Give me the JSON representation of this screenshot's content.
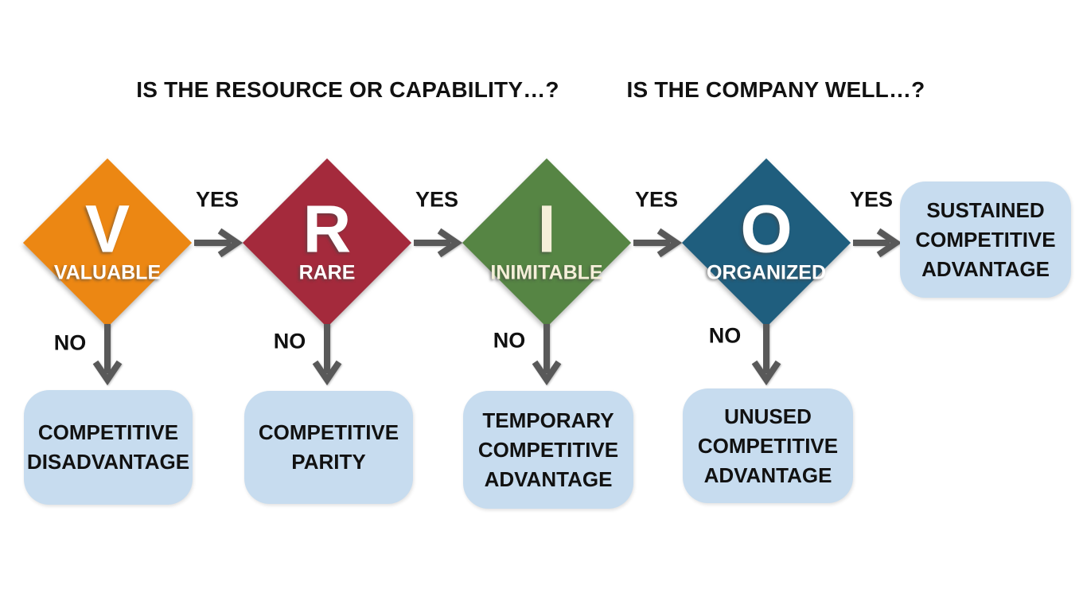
{
  "headers": {
    "resource_question": "IS THE RESOURCE OR CAPABILITY…?",
    "company_question": "IS THE COMPANY WELL…?"
  },
  "diamonds": [
    {
      "letter": "V",
      "label": "VALUABLE",
      "color": "#EC8713",
      "text_color": "#FFFFFF"
    },
    {
      "letter": "R",
      "label": "RARE",
      "color": "#A42A3C",
      "text_color": "#FFFFFF"
    },
    {
      "letter": "I",
      "label": "INIMITABLE",
      "color": "#568544",
      "text_color": "#F5EFD9"
    },
    {
      "letter": "O",
      "label": "ORGANIZED",
      "color": "#1F5E7E",
      "text_color": "#FFFFFF"
    }
  ],
  "yes_labels": [
    "YES",
    "YES",
    "YES",
    "YES"
  ],
  "no_labels": [
    "NO",
    "NO",
    "NO",
    "NO"
  ],
  "outcomes": [
    {
      "text": "COMPETITIVE\nDISADVANTAGE"
    },
    {
      "text": "COMPETITIVE\nPARITY"
    },
    {
      "text": "TEMPORARY\nCOMPETITIVE\nADVANTAGE"
    },
    {
      "text": "UNUSED\nCOMPETITIVE\nADVANTAGE"
    },
    {
      "text": "SUSTAINED\nCOMPETITIVE\nADVANTAGE"
    }
  ],
  "colors": {
    "arrow": "#595959",
    "outcome_box": "#C7DCEF",
    "text": "#111111",
    "background": "#FFFFFF"
  }
}
